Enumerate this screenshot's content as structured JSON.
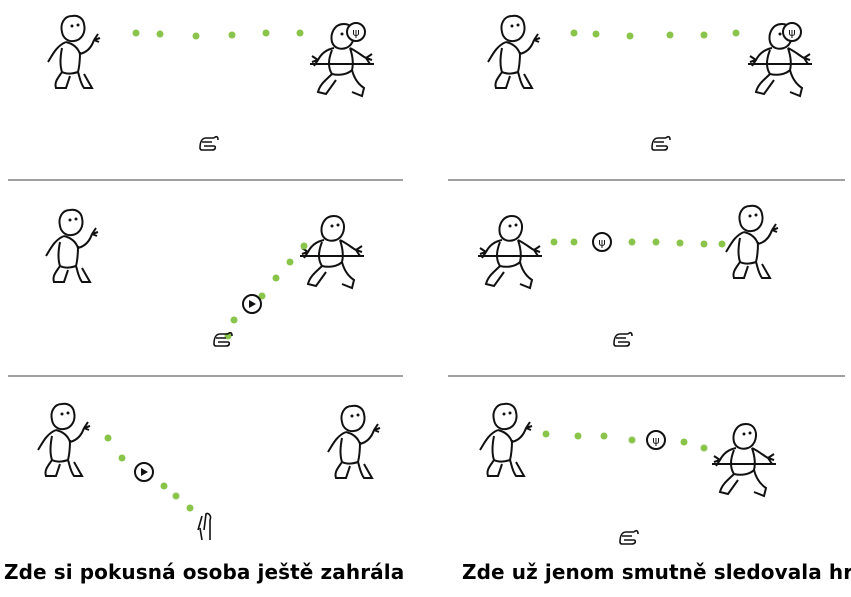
{
  "captions": {
    "left": "Zde si pokusná osoba ještě zahrála",
    "right": "Zde už jenom smutně sledovala hru"
  },
  "colors": {
    "ball_trail": "#8ac44a",
    "figure_stroke": "#111111",
    "divider": "#808080"
  },
  "panels": [
    {
      "column": "left",
      "row": 1,
      "thrower": "left-figure",
      "receiver": "right-figure",
      "ball_glyph": "ψ",
      "ball_holder": "right-figure"
    },
    {
      "column": "right",
      "row": 1,
      "thrower": "left-figure",
      "receiver": "right-figure",
      "ball_glyph": "ψ",
      "ball_holder": "right-figure"
    },
    {
      "column": "left",
      "row": 2,
      "thrower": "right-figure",
      "receiver": "participant",
      "ball_glyph": "▸",
      "ball_holder": "in-flight"
    },
    {
      "column": "right",
      "row": 2,
      "thrower": "left-figure",
      "receiver": "right-figure",
      "ball_glyph": "ψ",
      "ball_holder": "in-flight"
    },
    {
      "column": "left",
      "row": 3,
      "thrower": "left-figure",
      "receiver": "participant",
      "ball_glyph": "▸",
      "ball_holder": "in-flight"
    },
    {
      "column": "right",
      "row": 3,
      "thrower": "left-figure",
      "receiver": "right-figure",
      "ball_glyph": "ψ",
      "ball_holder": "in-flight"
    }
  ]
}
